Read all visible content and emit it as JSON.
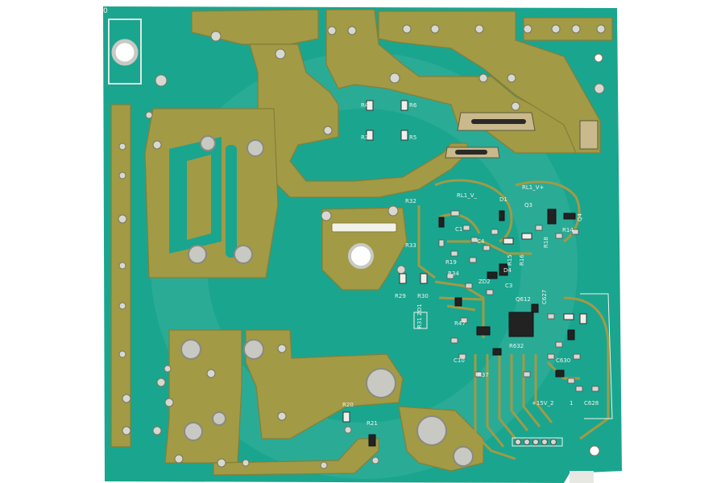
{
  "board": {
    "base_color": "#1aa58f",
    "copper_color": "#a29a45",
    "copper_dark": "#7f7a33",
    "pad_color": "#c9c9c4",
    "silk_color": "#f2f2ea",
    "edge_mark": "0"
  },
  "labels": {
    "r4": "R4",
    "r6": "R6",
    "r3": "R3",
    "r5": "R5",
    "r32": "R32",
    "r33": "R33",
    "r29": "R29",
    "r30": "R30",
    "r31_zd1": "R31 ZD1",
    "r47": "R47",
    "r34": "R34",
    "r37": "R37",
    "r19": "R19",
    "r15": "R15",
    "r16": "R16",
    "r18": "R18",
    "r14": "R14",
    "rl1_v_minus": "RL1_V_",
    "rl1_v_plus": "RL1_V+",
    "d1": "D1",
    "d4": "D4",
    "q3": "Q3",
    "q4": "Q4",
    "c1": "C1",
    "c3": "C3",
    "c4": "C4",
    "c10": "C10",
    "zd2": "ZD2",
    "q612": "Q612",
    "r632": "R632",
    "c630": "C630",
    "c628": "C628",
    "c627": "C627",
    "r20": "R20",
    "r21": "R21",
    "v15": "+15V_2",
    "pin1": "1"
  }
}
